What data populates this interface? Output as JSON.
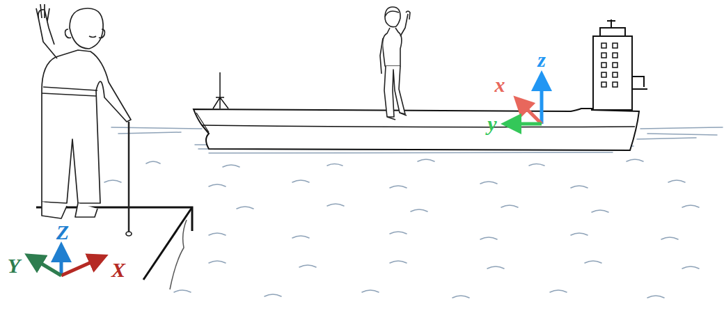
{
  "diagram": {
    "labels": [
      "z",
      "x",
      "y",
      "Z",
      "Y",
      "X"
    ]
  }
}
